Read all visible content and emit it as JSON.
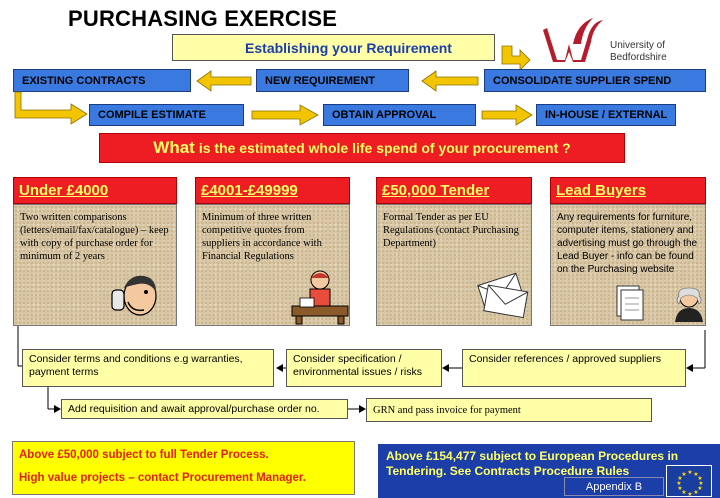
{
  "title": "PURCHASING EXERCISE",
  "requirement_box": "Establishing your Requirement",
  "logo": {
    "line1": "University of",
    "line2": "Bedfordshire"
  },
  "row1": [
    "EXISTING CONTRACTS",
    "NEW REQUIREMENT",
    "CONSOLIDATE SUPPLIER SPEND"
  ],
  "row2": [
    "COMPILE ESTIMATE",
    "OBTAIN APPROVAL",
    "IN-HOUSE / EXTERNAL"
  ],
  "question": {
    "lead": "What",
    "rest": "is the estimated whole life spend of your procurement ?"
  },
  "columns": [
    {
      "head": "Under £4000",
      "body": "Two written comparisons (letters/email/fax/catalogue) – keep with copy of purchase order for minimum of 2 years"
    },
    {
      "head": "£4001-£49999",
      "body": "Minimum of three written competitive quotes from suppliers in accordance with Financial Regulations"
    },
    {
      "head": "£50,000 Tender",
      "body": "Formal Tender as per EU Regulations (contact Purchasing Department)"
    },
    {
      "head": "Lead Buyers",
      "body": "Any requirements for furniture, computer items, stationery and advertising must go through the Lead Buyer - info can be found on the Purchasing website"
    }
  ],
  "considerations": [
    "Consider terms and conditions e.g warranties, payment terms",
    "Consider specification / environmental issues / risks",
    "Consider references / approved suppliers"
  ],
  "final_steps": [
    "Add requisition and await approval/purchase order no.",
    "GRN and pass invoice for payment"
  ],
  "bottom_left": [
    "Above £50,000 subject to full Tender Process.",
    "High value projects – contact Procurement Manager."
  ],
  "bottom_right": "Above £154,477 subject to European Procedures in Tendering. See Contracts Procedure Rules",
  "appendix": "Appendix B",
  "colors": {
    "blue": "#3a7ae0",
    "red": "#ee1d24",
    "yellow": "#ffffa8",
    "navy": "#1b3ea8",
    "arrow": "#f2c500",
    "logo_red": "#b51c2c"
  }
}
